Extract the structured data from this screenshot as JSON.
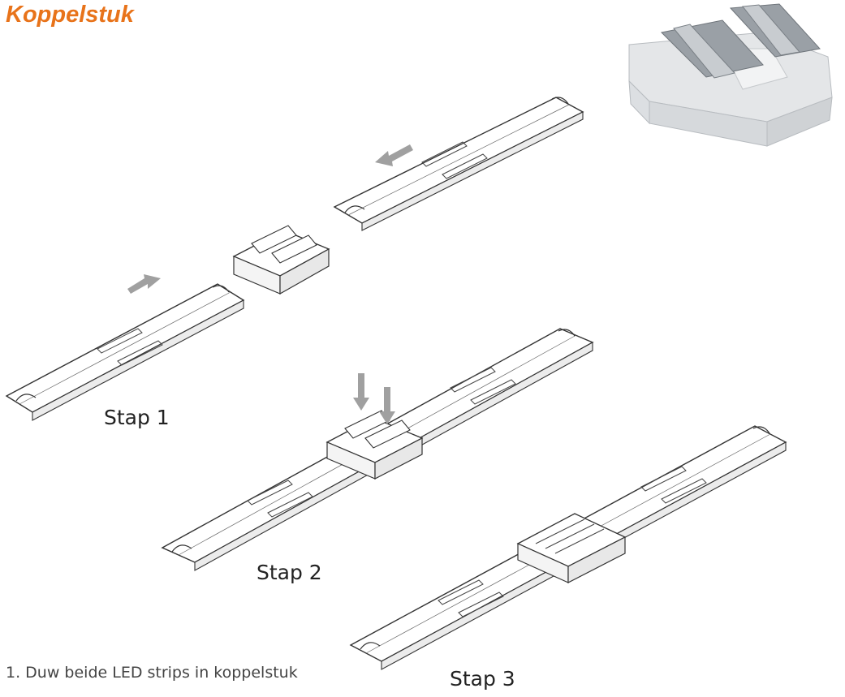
{
  "title": "Koppelstuk",
  "steps": [
    {
      "label": "Stap 1"
    },
    {
      "label": "Stap 2"
    },
    {
      "label": "Stap 3"
    }
  ],
  "instructions": [
    "1. Duw beide LED strips in koppelstuk"
  ],
  "colors": {
    "title": "#e8731a",
    "arrow": "#a0a0a0",
    "line": "#333333"
  }
}
